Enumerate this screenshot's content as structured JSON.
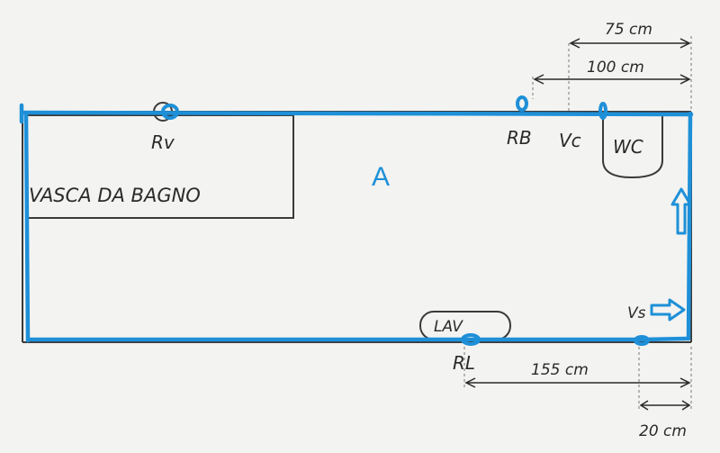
{
  "colors": {
    "paper": "#f3f3f1",
    "pencil": "#2a2a2a",
    "blue": "#1e90d8"
  },
  "labels": {
    "room": "A",
    "bathtub": "VASCA DA BAGNO",
    "wc": "WC",
    "sink": "LAV",
    "r_v": "Rv",
    "r_b": "RB",
    "v_c": "Vc",
    "v_s": "Vs",
    "r_l": "RL"
  },
  "dimensions": {
    "d75": "75 cm",
    "d100": "100 cm",
    "d155": "155 cm",
    "d20": "20 cm"
  },
  "icons": {
    "arrow_up": "arrow-up-icon",
    "arrow_right": "arrow-right-icon"
  }
}
